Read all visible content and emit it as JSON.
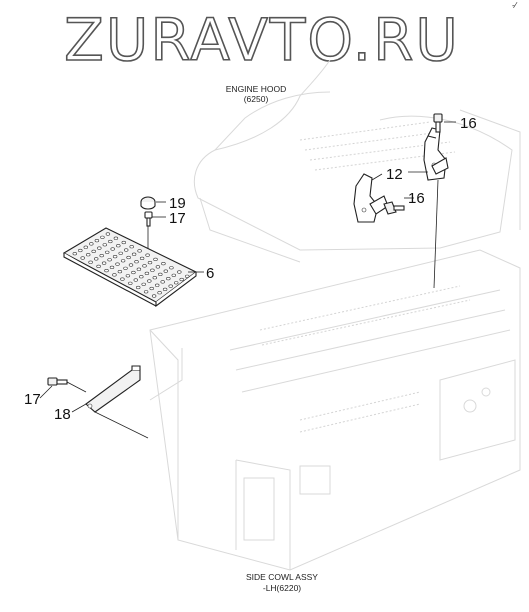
{
  "watermark": "ZURAVTO.RU",
  "corner_mark": "‐∕",
  "assemblies": [
    {
      "name": "ENGINE HOOD",
      "code": "(6250)"
    },
    {
      "name": "SIDE COWL ASSY",
      "code": "-LH(6220)"
    }
  ],
  "callouts": {
    "c16_top": "16",
    "c12": "12",
    "c16_mid": "16",
    "c19": "19",
    "c17_top": "17",
    "c6": "6",
    "c17_left": "17",
    "c18": "18"
  }
}
